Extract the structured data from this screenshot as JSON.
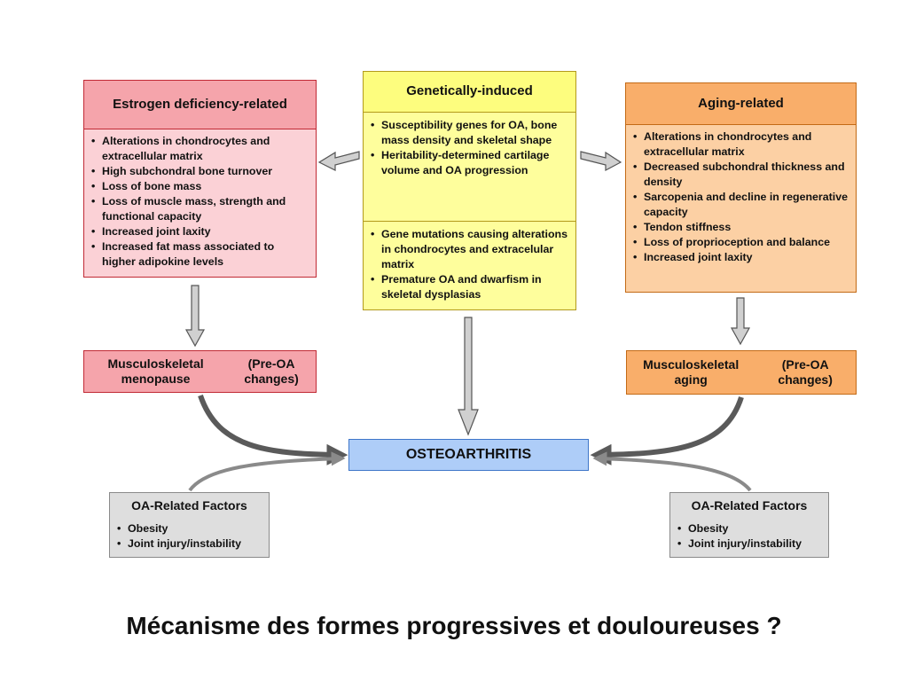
{
  "estrogen": {
    "title": "Estrogen deficiency-related",
    "items": [
      "Alterations in chondrocytes and extracellular matrix",
      "High subchondral bone turnover",
      "Loss of bone mass",
      "Loss of muscle mass, strength and functional capacity",
      "Increased joint laxity",
      "Increased fat mass associated to higher adipokine levels"
    ]
  },
  "genetic": {
    "title": "Genetically-induced",
    "section1": [
      "Susceptibility genes for OA, bone mass density and skeletal shape",
      "Heritability-determined cartilage volume and OA progression"
    ],
    "section2": [
      "Gene mutations causing alterations in chondrocytes and extracelular matrix",
      "Premature OA and dwarfism in skeletal dysplasias"
    ]
  },
  "aging": {
    "title": "Aging-related",
    "items": [
      "Alterations in chondrocytes and extracellular matrix",
      "Decreased subchondral thickness and density",
      "Sarcopenia and decline in regenerative capacity",
      "Tendon stiffness",
      "Loss of proprioception and balance",
      "Increased joint laxity"
    ]
  },
  "menopause": {
    "line1": "Musculoskeletal menopause",
    "line2": "(Pre-OA changes)"
  },
  "aging_box": {
    "line1": "Musculoskeletal aging",
    "line2": "(Pre-OA changes)"
  },
  "oa": {
    "label": "OSTEOARTHRITIS"
  },
  "factors_left": {
    "title": "OA-Related Factors",
    "items": [
      "Obesity",
      "Joint injury/instability"
    ]
  },
  "factors_right": {
    "title": "OA-Related Factors",
    "items": [
      "Obesity",
      "Joint injury/instability"
    ]
  },
  "caption": "Mécanisme des formes progressives et douloureuses ?",
  "colors": {
    "estrogen": "#f5a4ab",
    "genetic": "#fdfd7e",
    "aging": "#f9ae6a",
    "oa": "#aecdf8",
    "factors": "#dedede"
  }
}
